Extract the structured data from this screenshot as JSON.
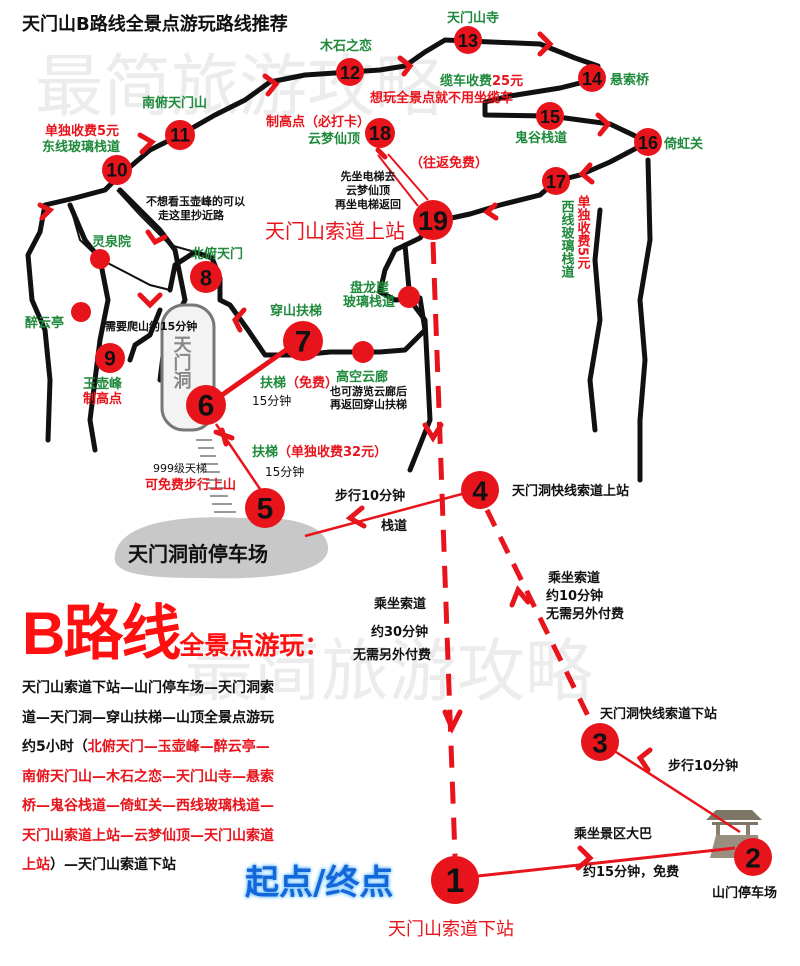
{
  "title": "天门山B路线全景点游玩路线推荐",
  "watermark": "最简旅游攻略",
  "nodes": {
    "n1": "1",
    "n2": "2",
    "n3": "3",
    "n4": "4",
    "n5": "5",
    "n6": "6",
    "n7": "7",
    "n8": "8",
    "n9": "9",
    "n10": "10",
    "n11": "11",
    "n12": "12",
    "n13": "13",
    "n14": "14",
    "n15": "15",
    "n16": "16",
    "n17": "17",
    "n18": "18",
    "n19": "19"
  },
  "labels": {
    "mushi": "木石之恋",
    "temple": "天门山寺",
    "bridge": "悬索桥",
    "cable_fee_a": "缆车收费",
    "cable_fee_b": "25元",
    "no_cable": "想玩全景点就不用坐缆车",
    "guigu": "鬼谷栈道",
    "yihong": "倚虹关",
    "west_glass": "西线玻璃栈道",
    "west_fee": "单独收费5元",
    "nanfu": "南俯天门山",
    "east_fee": "单独收费5元",
    "east_glass": "东线玻璃栈道",
    "peak_highpoint": "制高点（必打卡）",
    "yunmeng": "云梦仙顶",
    "elevator_1": "先坐电梯去",
    "elevator_2": "云梦仙顶",
    "elevator_3": "再坐电梯返回",
    "roundtrip_free": "（往返免费）",
    "upper_station": "天门山索道上站",
    "shortcut_1": "不想看玉壶峰的可以",
    "shortcut_2": "走这里抄近路",
    "lingquan": "灵泉院",
    "beifu": "北俯天门",
    "zuiyun": "醉云亭",
    "climb": "需要爬山约15分钟",
    "yuhu": "玉壶峰",
    "yuhu_high": "制高点",
    "tianmen_cave": "天门洞",
    "chuanshan": "穿山扶梯",
    "panlong_1": "盘龙崖",
    "panlong_2": "玻璃栈道",
    "gaokong": "高空云廊",
    "gaokong_note_1": "也可游览云廊后",
    "gaokong_note_2": "再返回穿山扶梯",
    "esc_free_a": "扶梯",
    "esc_free_b": "（免费）",
    "esc_free_time": "15分钟",
    "esc_paid_a": "扶梯",
    "esc_paid_b": "（单独收费32元）",
    "esc_paid_time": "15分钟",
    "stairs": "999级天梯",
    "stairs_free": "可免费步行上山",
    "cave_parking": "天门洞前停车场",
    "walk_4_5": "步行10分钟",
    "plank": "栈道",
    "express_upper": "天门洞快线索道上站",
    "express_ride_1": "乘坐索道",
    "express_ride_2": "约10分钟",
    "express_ride_3": "无需另外付费",
    "main_ride_1": "乘坐索道",
    "main_ride_2": "约30分钟",
    "main_ride_3": "无需另外付费",
    "express_lower": "天门洞快线索道下站",
    "walk_2_3": "步行10分钟",
    "bus_1": "乘坐景区大巴",
    "bus_2": "约15分钟，免费",
    "shanmen_parking": "山门停车场",
    "lower_station": "天门山索道下站",
    "start_end": "起点/终点"
  },
  "summary": {
    "heading": "B路线",
    "subheading": "全景点游玩：",
    "lines": [
      [
        {
          "t": "天门山索道下站—山门停车场—天门洞索",
          "c": "black"
        }
      ],
      [
        {
          "t": "道—天门洞—穿山扶梯—山顶全景点游玩",
          "c": "black"
        }
      ],
      [
        {
          "t": "约5小时（",
          "c": "black"
        },
        {
          "t": "北俯天门—玉壶峰—醉云亭—",
          "c": "red"
        }
      ],
      [
        {
          "t": "南俯天门山—木石之恋—天门山寺—悬索",
          "c": "red"
        }
      ],
      [
        {
          "t": "桥—鬼谷栈道—倚虹关—西线玻璃栈道—",
          "c": "red"
        }
      ],
      [
        {
          "t": "天门山索道上站—云梦仙顶—天门山索道",
          "c": "red"
        }
      ],
      [
        {
          "t": "上站",
          "c": "red"
        },
        {
          "t": "）—天门山索道下站",
          "c": "black"
        }
      ]
    ]
  },
  "colors": {
    "route_red": "#e8141c",
    "spot_green": "#1f8a3c",
    "start_blue": "#1566d8",
    "path_black": "#111111"
  }
}
